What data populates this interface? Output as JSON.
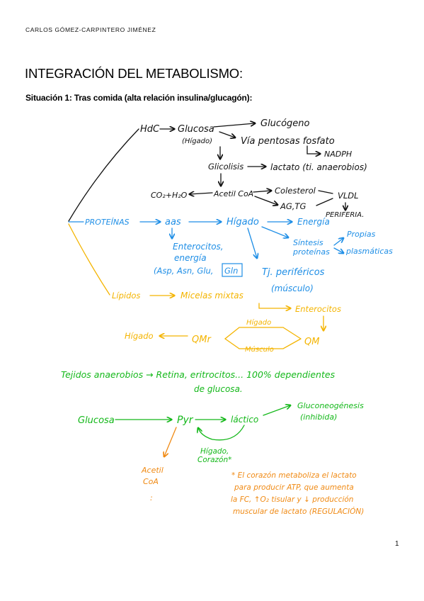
{
  "header": {
    "author": "CARLOS GÓMEZ-CARPINTERO JIMÉNEZ"
  },
  "title": "INTEGRACIÓN DEL METABOLISMO:",
  "subtitle": "Situación 1: Tras comida (alta relación insulina/glucagón):",
  "page_number": "1",
  "notes": {
    "black": {
      "hdc": "HdC",
      "glucosa": "Glucosa",
      "higado": "(Hígado)",
      "glucogeno": "Glucógeno",
      "via": "Vía pentosas fosfato",
      "nadph": "NADPH",
      "glicolisis": "Glicolisis",
      "lactato": "lactato (ti. anaerobios)",
      "co2": "CO₂+H₂O",
      "acetil": "Acetil CoA",
      "colesterol": "Colesterol",
      "ag": "AG,TG",
      "vldl": "VLDL",
      "periferia": "PERIFERIA."
    },
    "blue": {
      "proteinas": "PROTEÍNAS",
      "aas": "aas",
      "higado": "Hígado",
      "energia": "Energía",
      "sintesis1": "Síntesis",
      "sintesis2": "proteínas",
      "propias": "Propias",
      "plasmaticas": "plasmáticas",
      "enterocitos1": "Enterocitos,",
      "enterocitos2": "energía",
      "enterocitos3": "(Asp, Asn, Glu,",
      "gln": "Gln",
      "tj1": "Tj. periféricos",
      "tj2": "(músculo)"
    },
    "yellow": {
      "lipidos": "Lípidos",
      "micelas": "Micelas mixtas",
      "enterocitos": "Enterocitos",
      "higado": "Hígado",
      "qmr": "QMr",
      "higado2": "Hígado",
      "musculo": "Músculo",
      "qm": "QM"
    },
    "green": {
      "tejidos1": "Tejidos anaerobios → Retina, eritrocitos... 100% dependientes",
      "tejidos2": "de glucosa.",
      "glucosa": "Glucosa",
      "pyr": "Pyr",
      "lactico": "láctico",
      "gluconeo1": "Gluconeogénesis",
      "gluconeo2": "(inhibida)",
      "higado": "Hígado,",
      "corazon": "Corazón*"
    },
    "orange": {
      "acetil1": "Acetil",
      "acetil2": "CoA",
      "dots": ":",
      "nota1": "* El corazón metaboliza el lactato",
      "nota2": "para producir ATP, que aumenta",
      "nota3": "la FC, ↑O₂ tisular y ↓ producción",
      "nota4": "muscular de lactato (REGULACIÓN)"
    }
  },
  "colors": {
    "black_ink": "#111111",
    "blue_ink": "#1e8ee6",
    "yellow_ink": "#f4b400",
    "green_ink": "#14b81a",
    "orange_ink": "#f08a14"
  }
}
